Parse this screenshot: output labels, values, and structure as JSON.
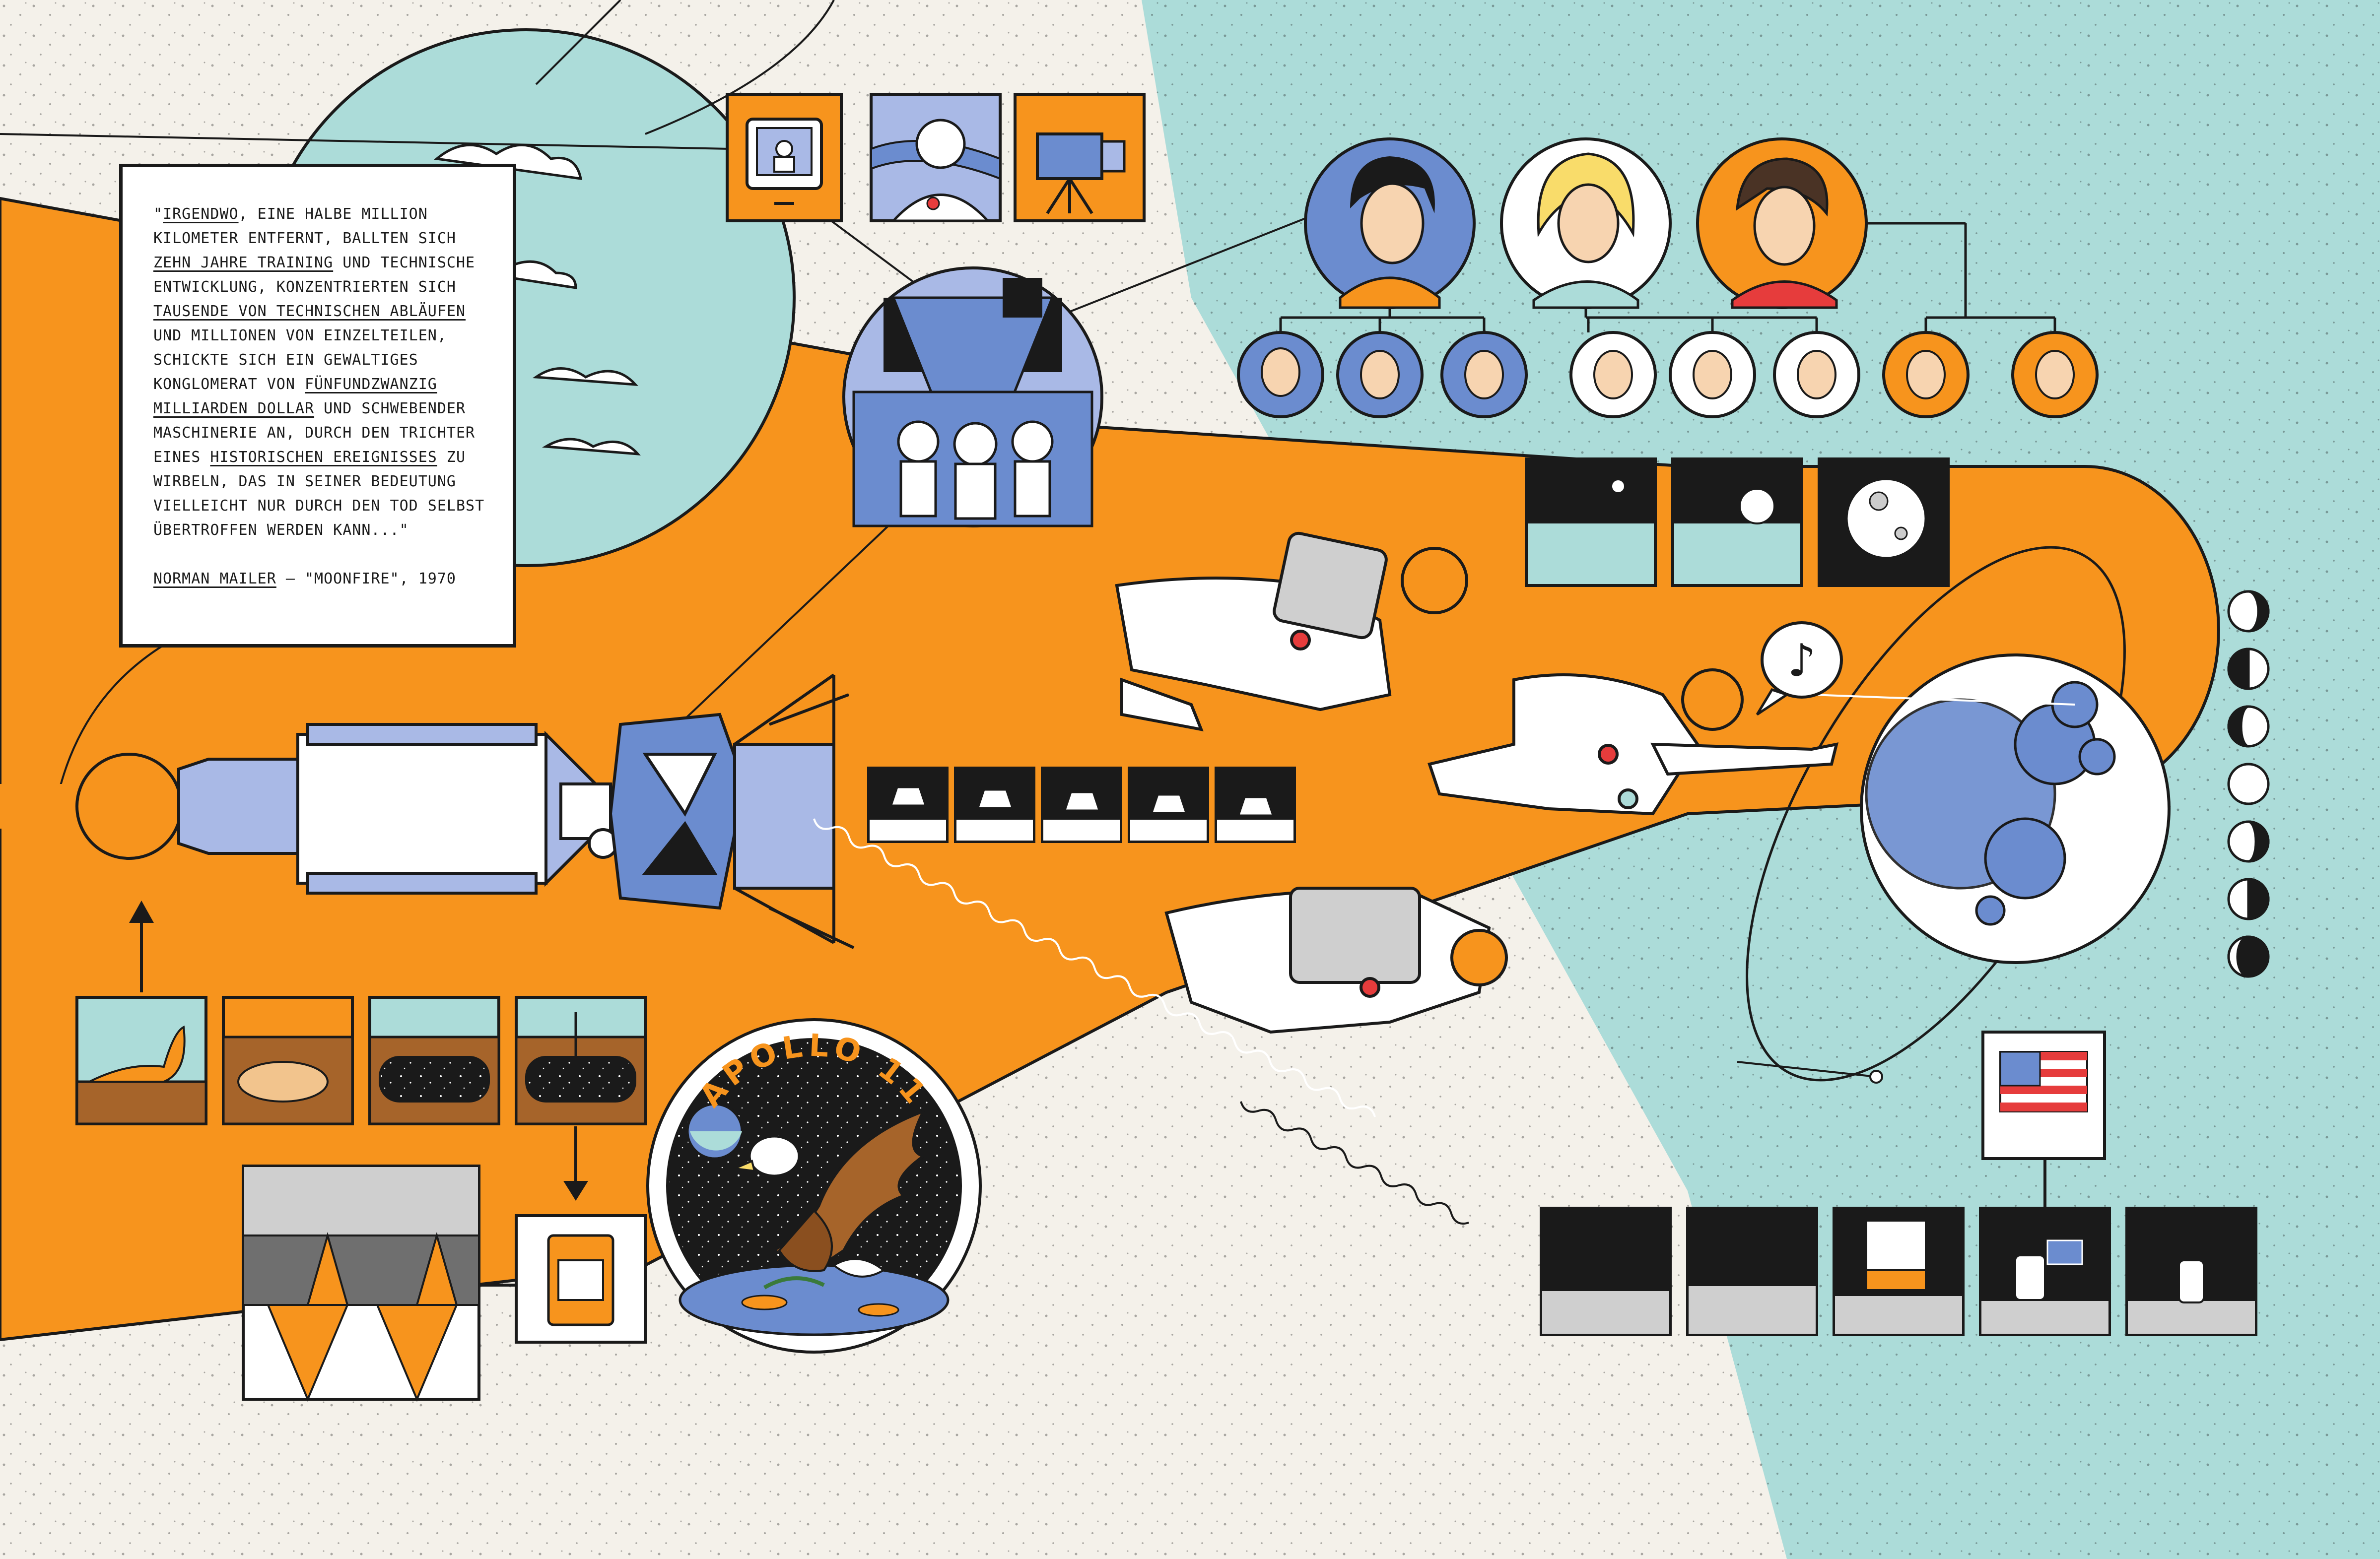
{
  "quote": {
    "lines": [
      [
        {
          "t": "\"",
          "u": false
        },
        {
          "t": "IRGENDWO",
          "u": true
        },
        {
          "t": ", EINE HALBE MILLION",
          "u": false
        }
      ],
      [
        {
          "t": "KILOMETER ENTFERNT, BALLTEN SICH",
          "u": false
        }
      ],
      [
        {
          "t": "ZEHN JAHRE TRAINING",
          "u": true
        },
        {
          "t": " UND TECHNISCHE",
          "u": false
        }
      ],
      [
        {
          "t": "ENTWICKLUNG, KONZENTRIERTEN SICH",
          "u": false
        }
      ],
      [
        {
          "t": "TAUSENDE VON TECHNISCHEN ABLÄUFEN",
          "u": true
        }
      ],
      [
        {
          "t": "UND MILLIONEN VON EINZELTEILEN,",
          "u": false
        }
      ],
      [
        {
          "t": "SCHICKTE SICH EIN GEWALTIGES",
          "u": false
        }
      ],
      [
        {
          "t": "KONGLOMERAT VON ",
          "u": false
        },
        {
          "t": "FÜNFUNDZWANZIG",
          "u": true
        }
      ],
      [
        {
          "t": "MILLIARDEN DOLLAR",
          "u": true
        },
        {
          "t": " UND SCHWEBENDER",
          "u": false
        }
      ],
      [
        {
          "t": "MASCHINERIE AN, DURCH DEN TRICHTER",
          "u": false
        }
      ],
      [
        {
          "t": "EINES ",
          "u": false
        },
        {
          "t": "HISTORISCHEN EREIGNISSES",
          "u": true
        },
        {
          "t": " ZU",
          "u": false
        }
      ],
      [
        {
          "t": "WIRBELN, DAS IN SEINER BEDEUTUNG",
          "u": false
        }
      ],
      [
        {
          "t": "VIELLEICHT NUR DURCH DEN TOD SELBST",
          "u": false
        }
      ],
      [
        {
          "t": "ÜBERTROFFEN WERDEN KANN...\"",
          "u": false
        }
      ]
    ],
    "author": "NORMAN MAILER",
    "separator": " – ",
    "source": "\"MOONFIRE\", 1970"
  },
  "badge": {
    "title": "APOLLO 11"
  },
  "music_note": "♪",
  "colors": {
    "orange": "#f7941d",
    "teal": "#acdcd9",
    "blue": "#6b8ccf",
    "light_blue": "#a9b9e6",
    "ink": "#1a1a1a",
    "paper": "#f4f1ea"
  }
}
